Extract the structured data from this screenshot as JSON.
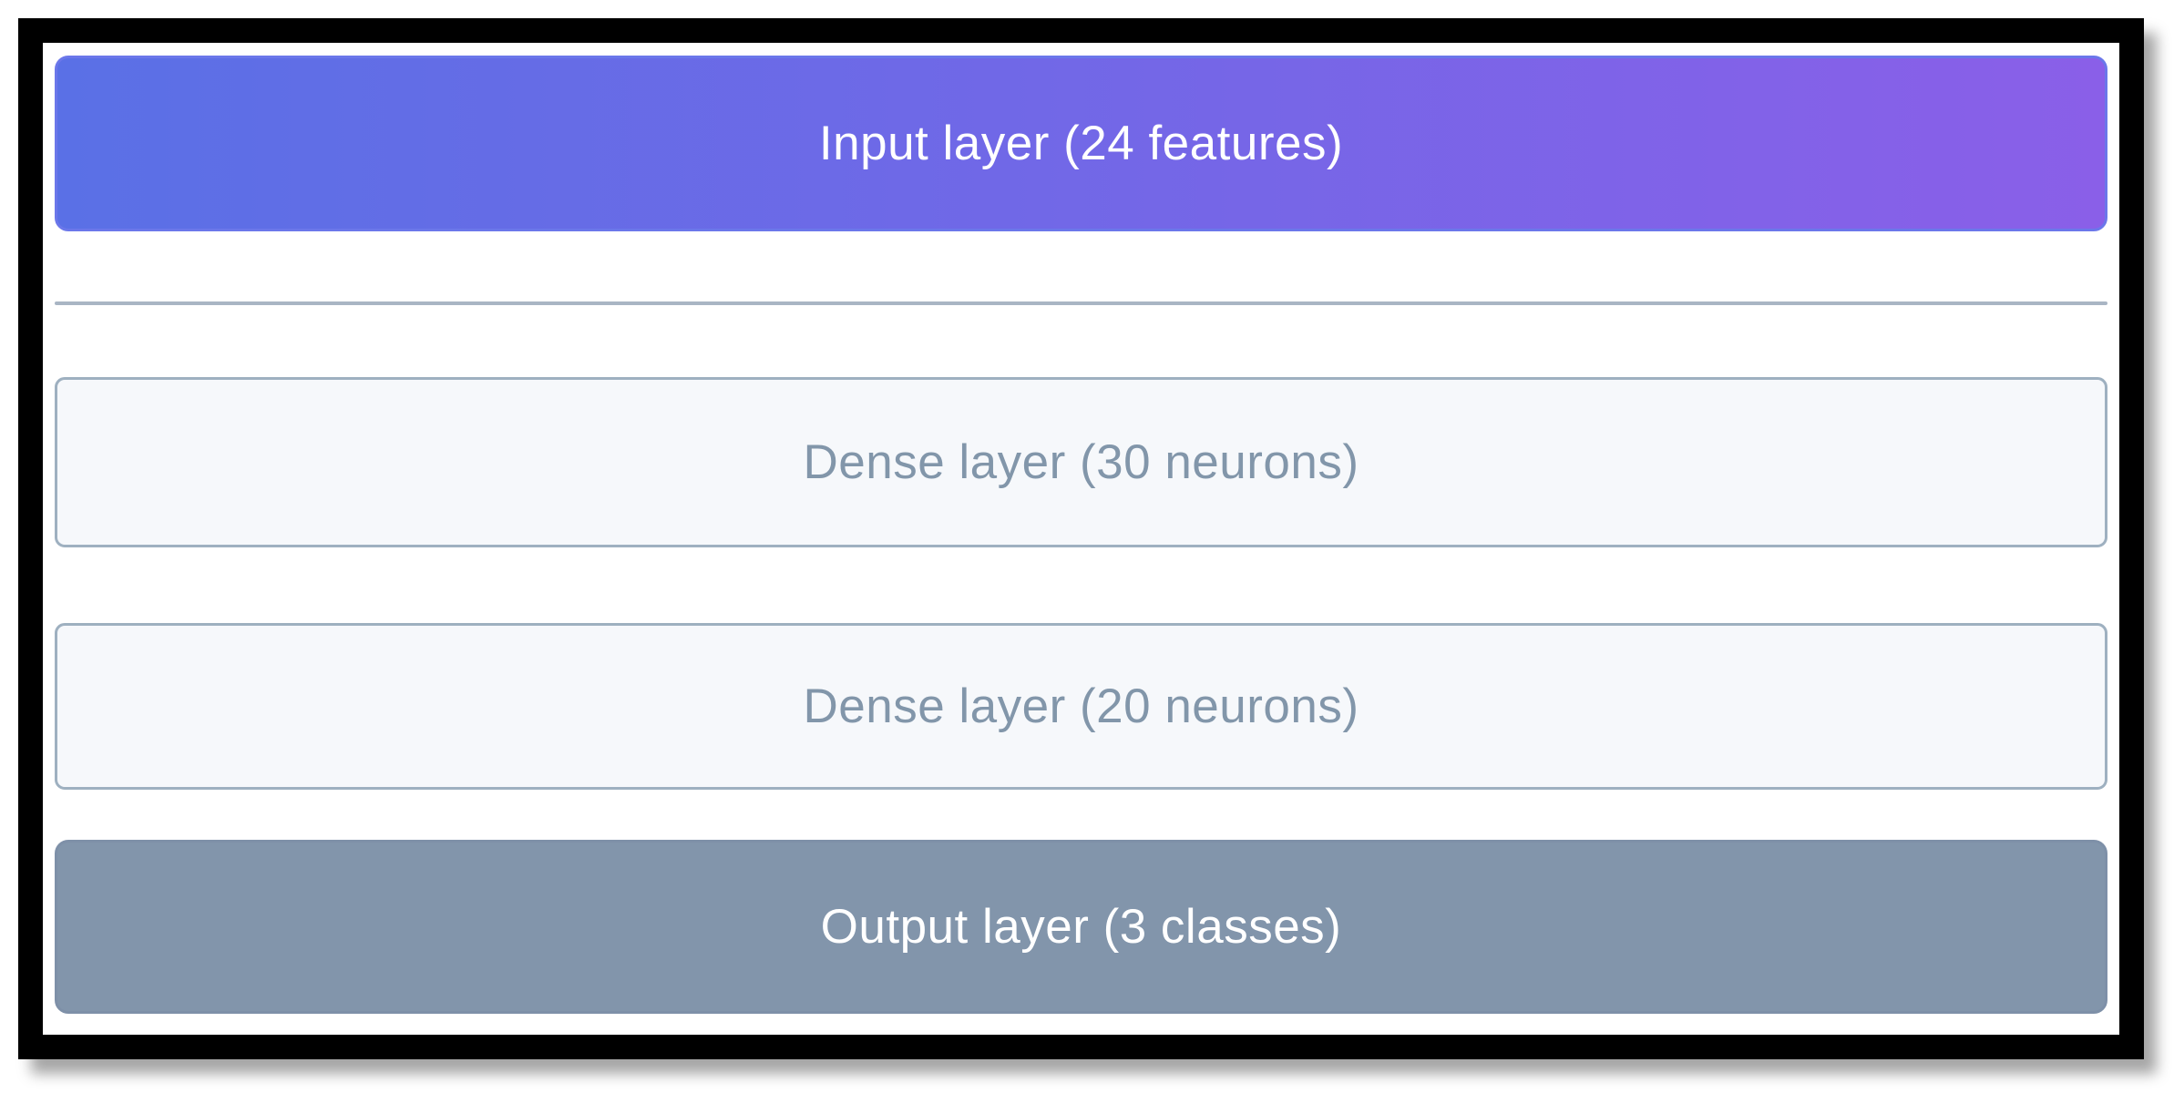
{
  "frame": {
    "border_color": "#000000"
  },
  "network_diagram": {
    "layers": [
      {
        "label": "Input layer (24 features)",
        "kind": "input"
      },
      {
        "label": "Dense layer (30 neurons)",
        "kind": "dense"
      },
      {
        "label": "Dense layer (20 neurons)",
        "kind": "dense"
      },
      {
        "label": "Output layer (3 classes)",
        "kind": "output"
      }
    ],
    "colors": {
      "frame_border": "#000000",
      "input_gradient_start": "#5a70e6",
      "input_gradient_end": "#8a5fe8",
      "input_border": "#6b77ea",
      "dense_bg": "#f6f8fb",
      "dense_border": "#9eb0c0",
      "dense_text": "#8296aa",
      "output_bg": "#8295ab",
      "output_border": "#7e90a8",
      "divider": "#a9b5c4",
      "label_text_light": "#ffffff"
    }
  }
}
